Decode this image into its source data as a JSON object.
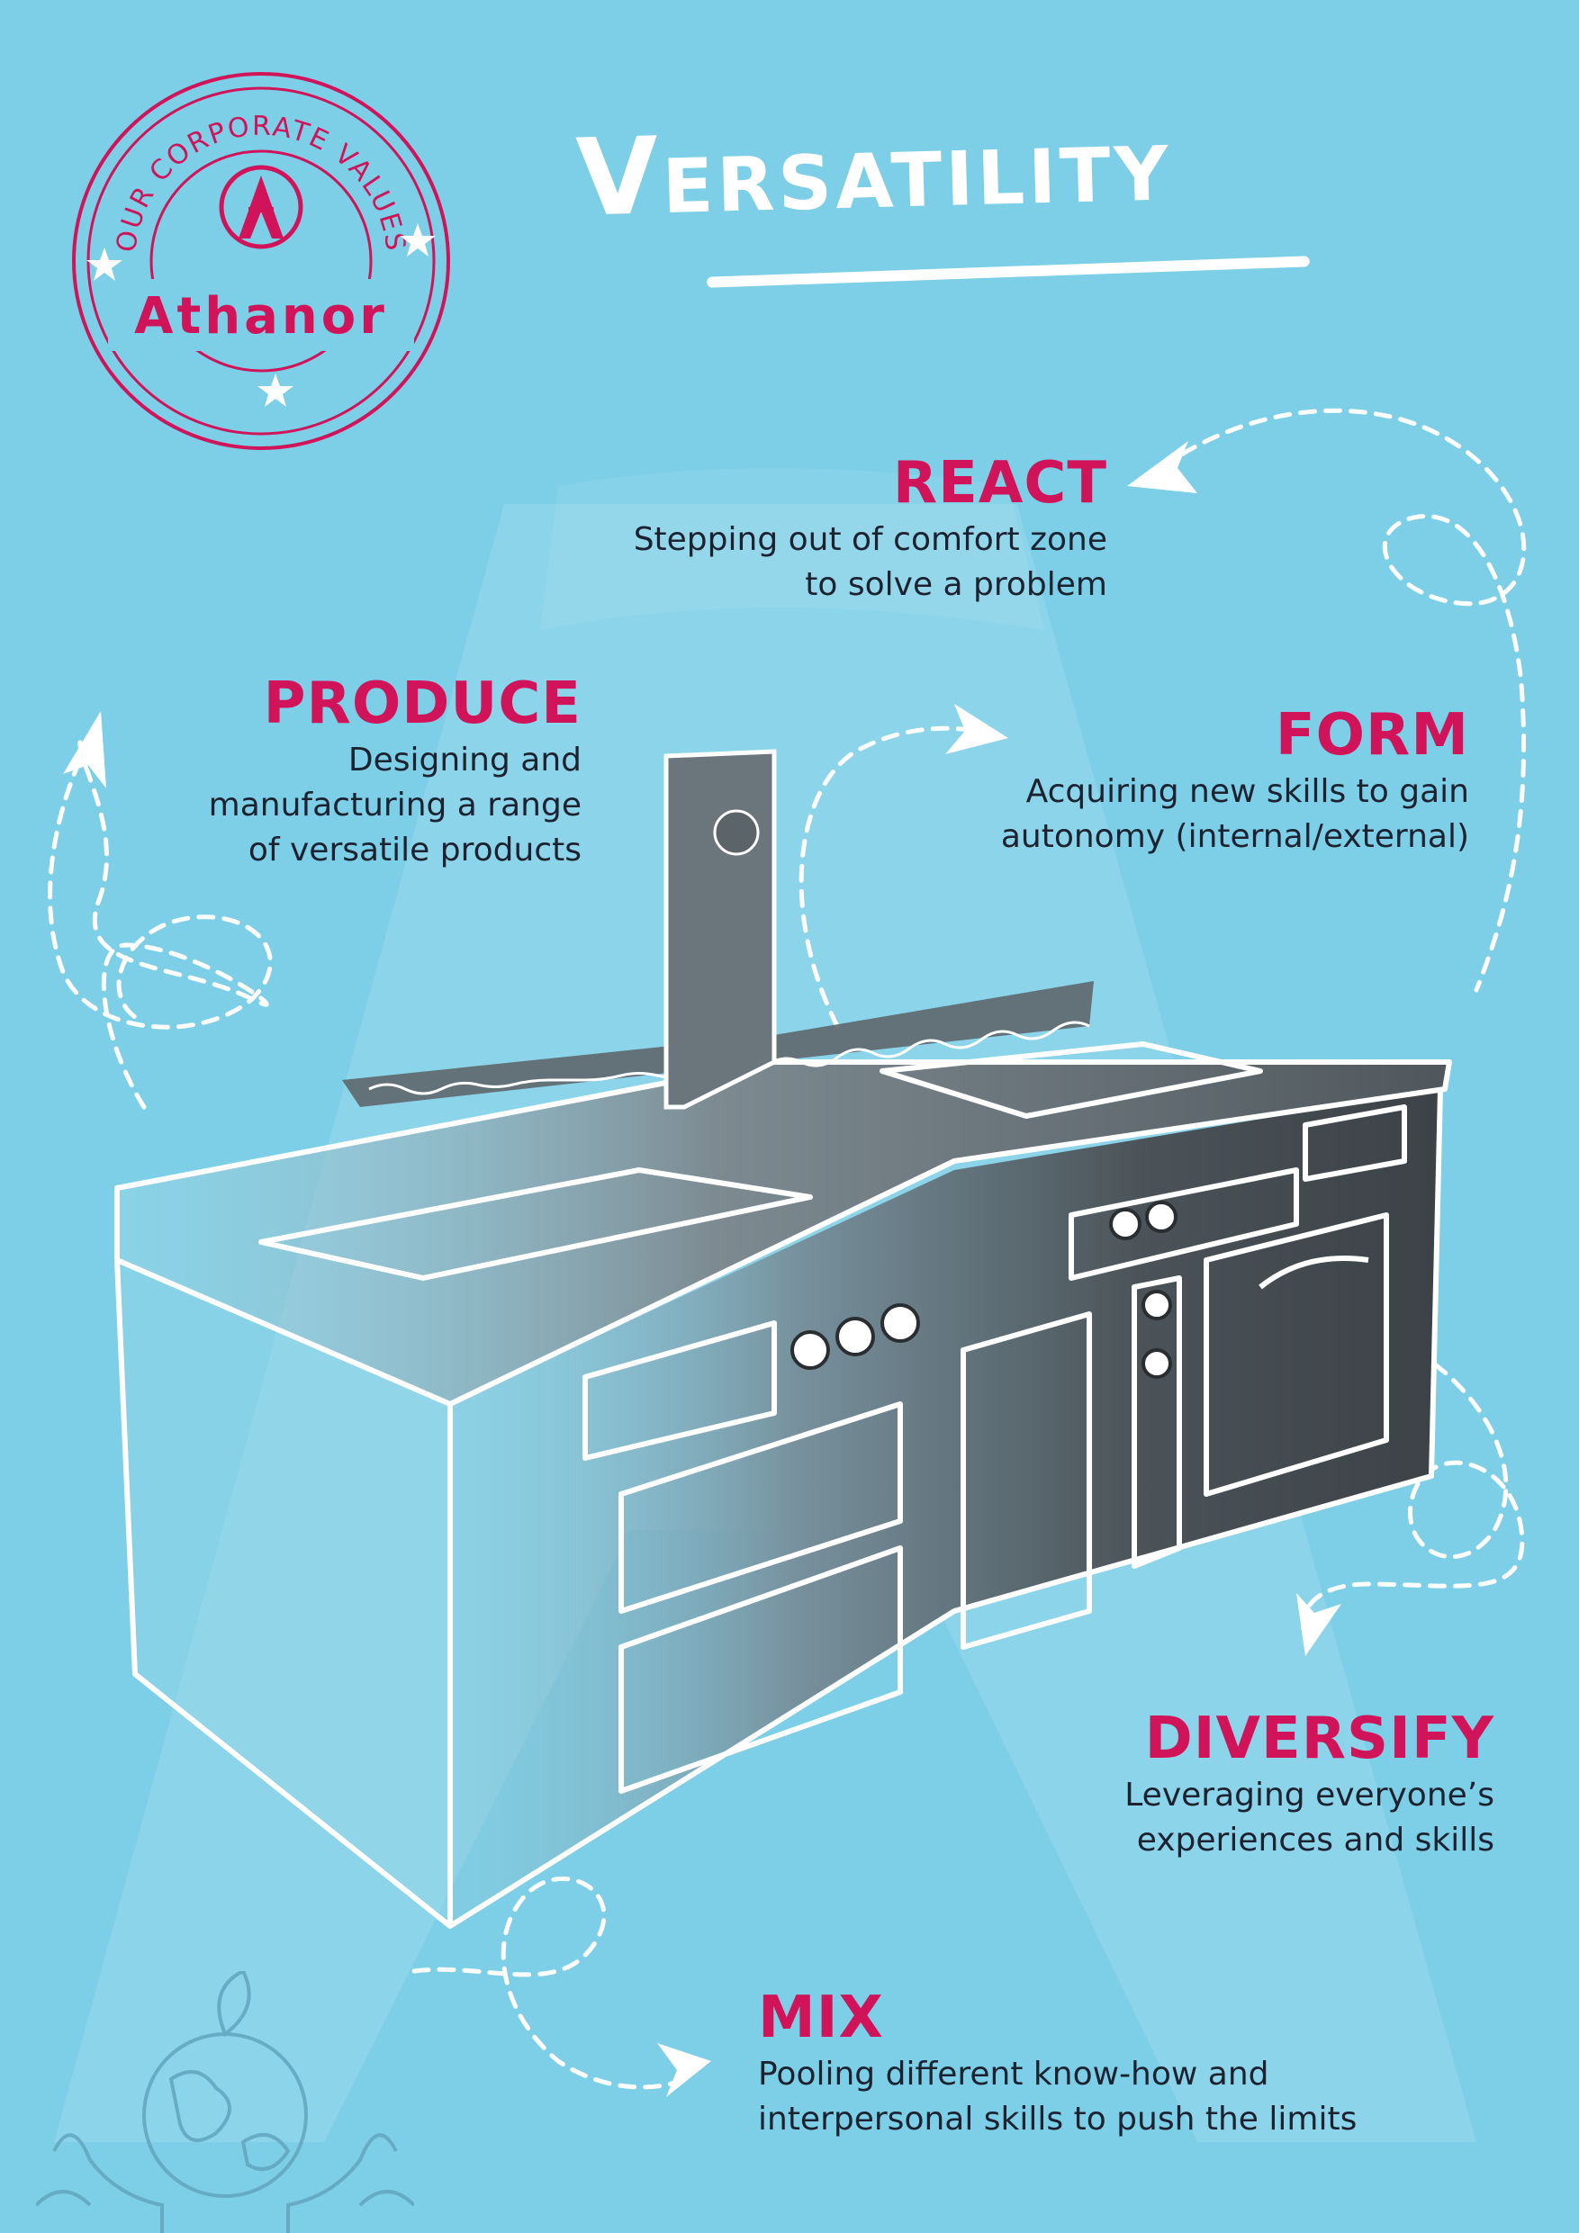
{
  "colors": {
    "background": "#7ccfe6",
    "accent": "#d1145a",
    "text": "#1d2230",
    "white": "#ffffff"
  },
  "stamp": {
    "arc_text": "OUR CORPORATE VALUES",
    "brand": "Athanor"
  },
  "title": "Versatility",
  "values": [
    {
      "head": "REACT",
      "lines": [
        "Stepping out of comfort zone",
        "to solve a problem"
      ]
    },
    {
      "head": "PRODUCE",
      "lines": [
        "Designing and",
        "manufacturing a range",
        "of versatile products"
      ]
    },
    {
      "head": "FORM",
      "lines": [
        "Acquiring new skills to gain",
        "autonomy (internal/external)"
      ]
    },
    {
      "head": "DIVERSIFY",
      "lines": [
        "Leveraging everyone’s",
        "experiences and skills"
      ]
    },
    {
      "head": "MIX",
      "lines": [
        "Pooling different know-how and",
        "interpersonal skills to push the limits"
      ]
    }
  ],
  "illustration": {
    "subject": "kitchen-island",
    "footer_icon": "hands-holding-globe-icon"
  }
}
